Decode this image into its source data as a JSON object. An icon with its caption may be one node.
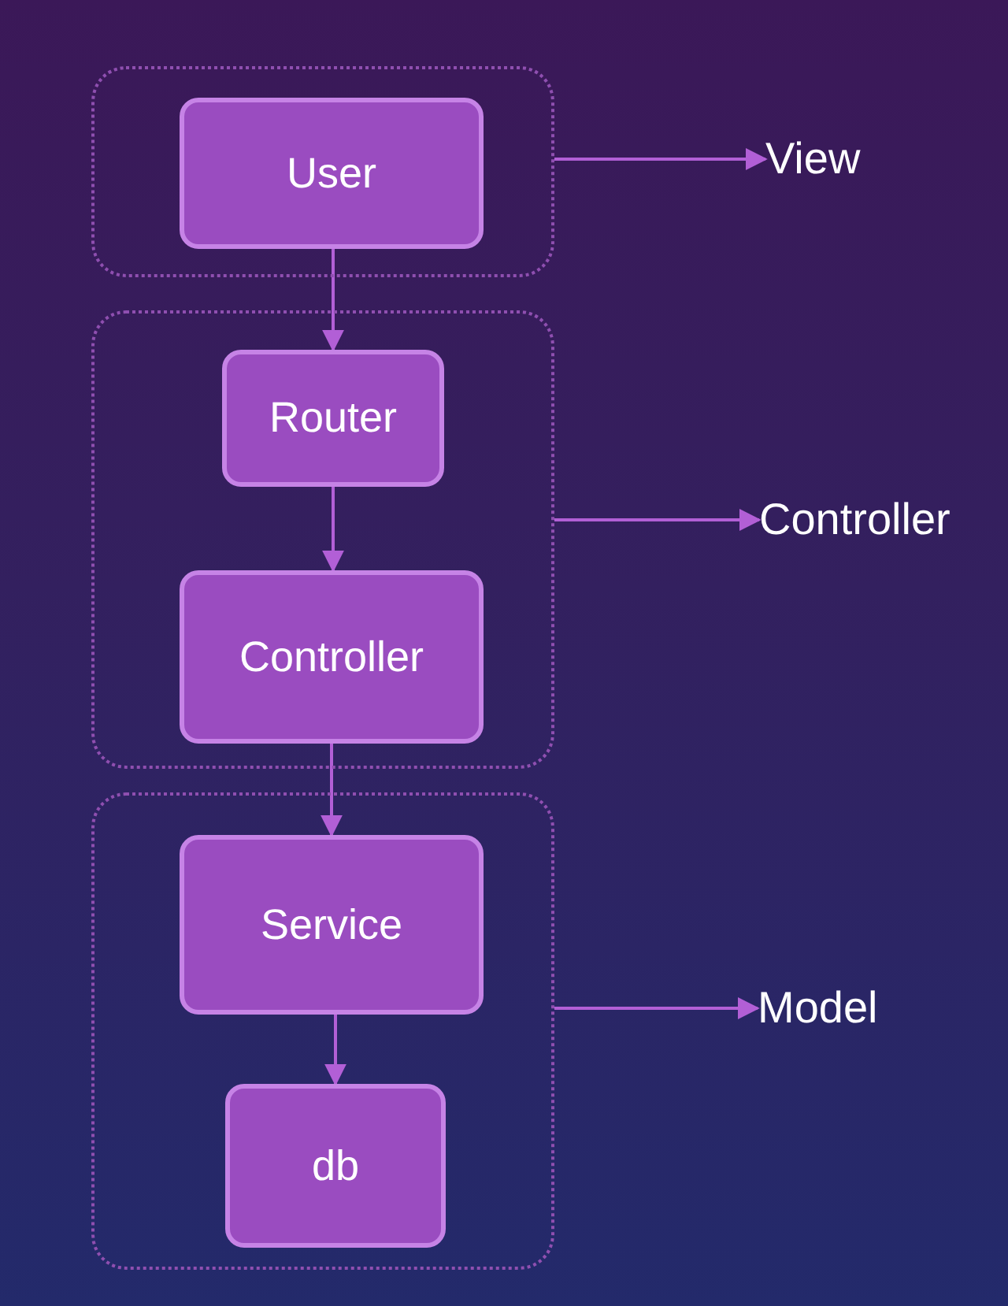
{
  "diagram": {
    "nodes": [
      {
        "text": [],
        "shape": "box"
      },
      {
        "text": [
          "User"
        ],
        "in": 0
      },
      {
        "text": [],
        "shape": "box"
      },
      {
        "text": [
          "Router"
        ],
        "in": 2
      },
      {
        "text": [
          "Controller"
        ],
        "in": 2
      },
      {
        "text": [],
        "shape": "box"
      },
      {
        "text": [
          "Service"
        ],
        "in": 5
      },
      {
        "text": [
          "db"
        ],
        "in": 5
      },
      {
        "text": [
          "View"
        ]
      },
      {
        "text": [
          "Controller"
        ]
      },
      {
        "text": [
          "Model"
        ]
      }
    ],
    "edges": [
      {
        "from": 1,
        "to": 3,
        "arrow": "to"
      },
      {
        "from": 3,
        "to": 4,
        "arrow": "to"
      },
      {
        "from": 4,
        "to": 6,
        "arrow": "to"
      },
      {
        "from": 6,
        "to": 7,
        "arrow": "to"
      },
      {
        "from": 0,
        "to": 8,
        "arrow": "to"
      },
      {
        "from": 2,
        "to": 9,
        "arrow": "to"
      },
      {
        "from": 5,
        "to": 10,
        "arrow": "to"
      }
    ]
  }
}
